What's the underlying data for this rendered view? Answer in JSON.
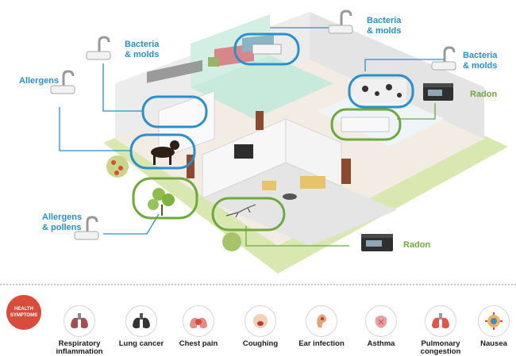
{
  "labels": {
    "bacteria_molds_1": "Bacteria\n& molds",
    "bacteria_molds_2": "Bacteria\n& molds",
    "bacteria_molds_3": "Bacteria\n& molds",
    "allergens": "Allergens",
    "allergens_pollens": "Allergens\n& pollens",
    "radon_1": "Radon",
    "radon_2": "Radon"
  },
  "health": {
    "badge": "HEALTH\nSYMPTOMS",
    "symptoms": [
      {
        "label": "Respiratory\ninflammation",
        "icon": "lungs-inflamed-icon"
      },
      {
        "label": "Lung cancer",
        "icon": "lungs-dark-icon"
      },
      {
        "label": "Chest pain",
        "icon": "chest-pain-icon"
      },
      {
        "label": "Coughing",
        "icon": "coughing-icon"
      },
      {
        "label": "Ear infection",
        "icon": "ear-icon"
      },
      {
        "label": "Asthma",
        "icon": "asthma-icon"
      },
      {
        "label": "Pulmonary\ncongestion",
        "icon": "lungs-congestion-icon"
      },
      {
        "label": "Nausea",
        "icon": "nausea-icon"
      }
    ]
  },
  "colors": {
    "blue": "#2a8fcb",
    "green": "#6ea83e",
    "badge_red": "#d94b3b"
  }
}
